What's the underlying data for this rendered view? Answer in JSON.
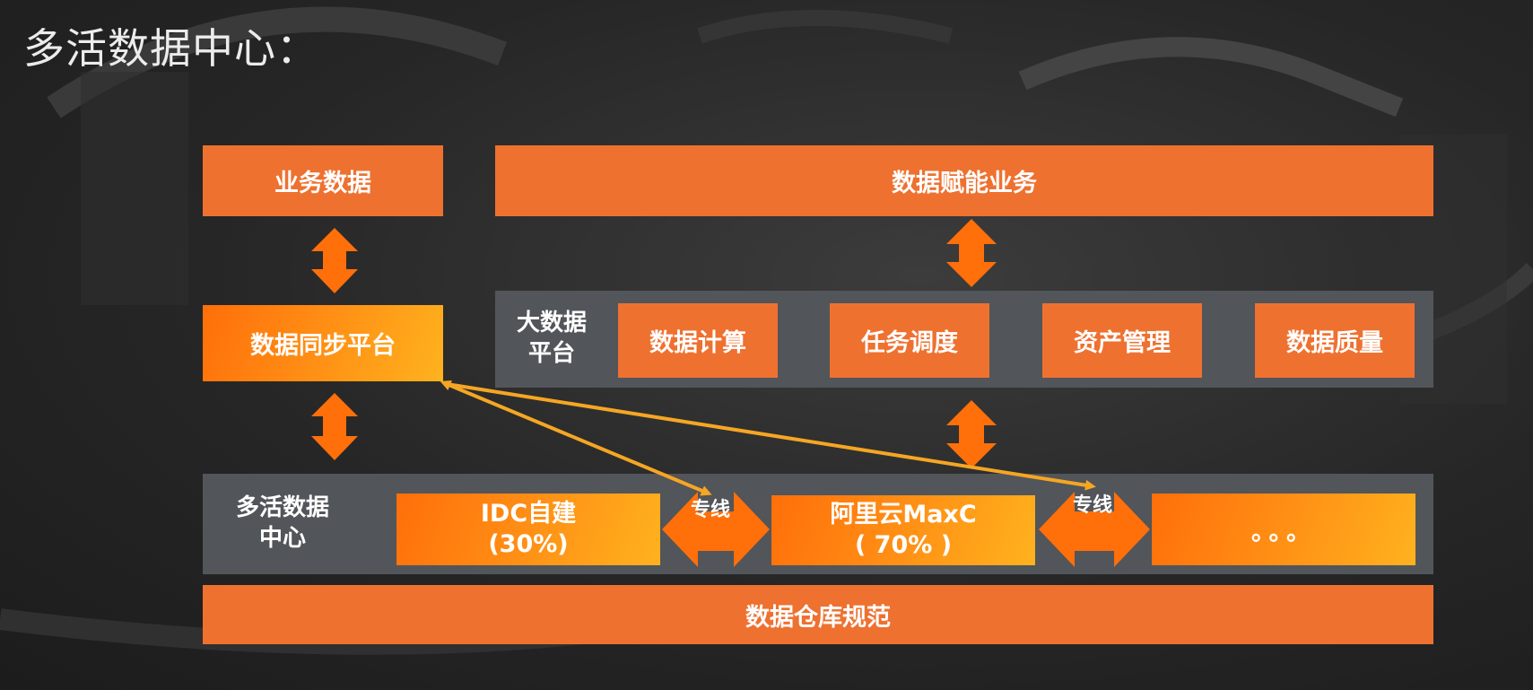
{
  "title": "多活数据中心：",
  "top": {
    "business_data": "业务数据",
    "data_empower": "数据赋能业务"
  },
  "sync_platform": "数据同步平台",
  "bigdata_platform": {
    "label_line1": "大数据",
    "label_line2": "平台",
    "modules": [
      "数据计算",
      "任务调度",
      "资产管理",
      "数据质量"
    ]
  },
  "multi_dc": {
    "label_line1": "多活数据",
    "label_line2": "中心",
    "idc": {
      "line1": "IDC自建",
      "line2": "(30%)"
    },
    "aliyun": {
      "line1": "阿里云MaxC",
      "line2": "( 70% )"
    },
    "more": "。。。",
    "link_label_1": "专线",
    "link_label_2": "专线"
  },
  "warehouse_spec": "数据仓库规范",
  "colors": {
    "orange": "#ee7130",
    "panel_gray": "#525559",
    "arrow_orange": "#ff6f0a",
    "link_yellow": "#f5a623"
  }
}
